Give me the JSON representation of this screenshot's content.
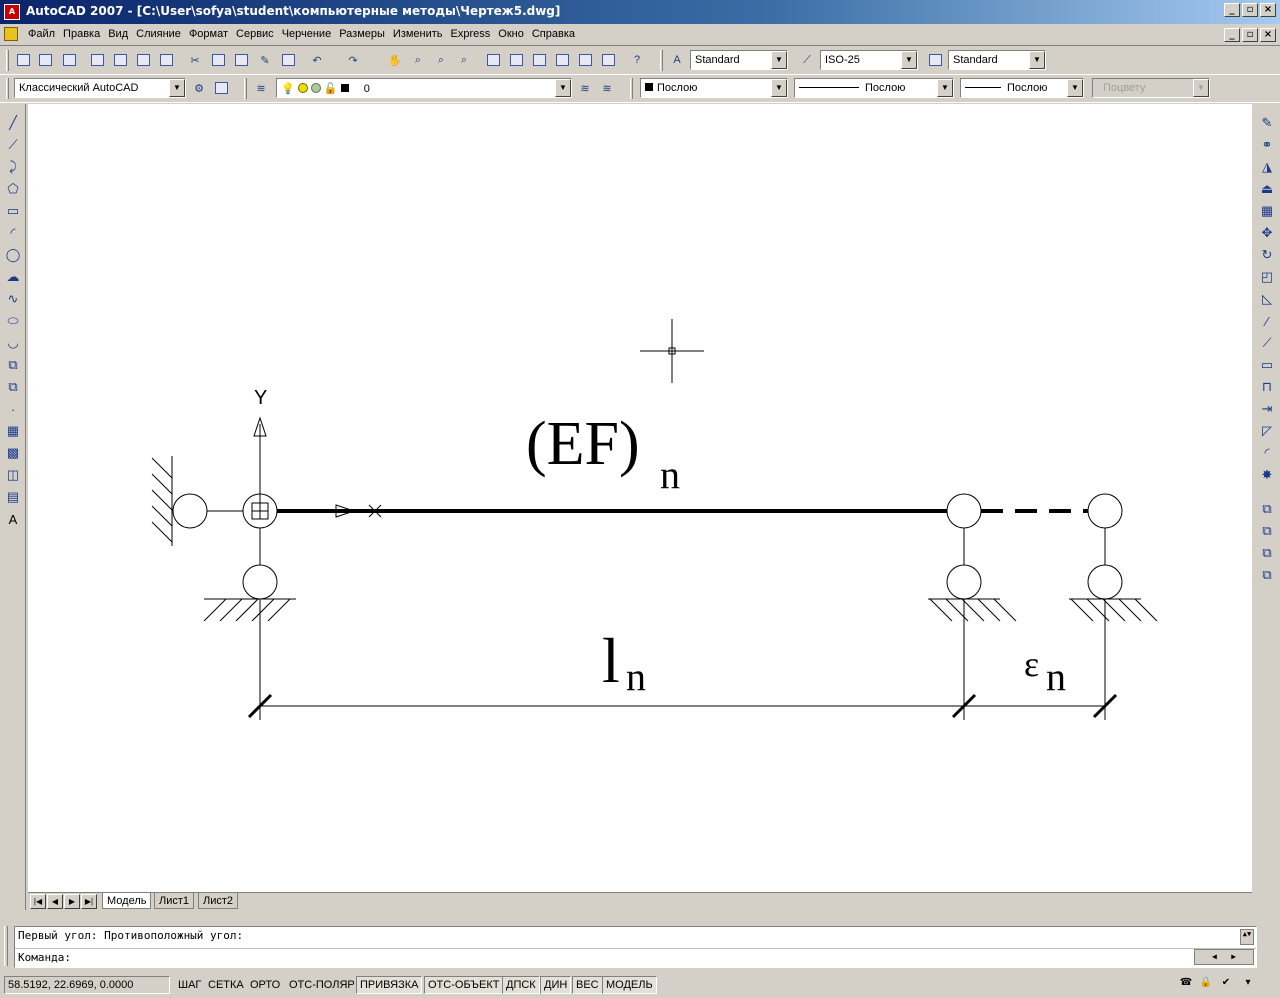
{
  "window": {
    "title": "AutoCAD 2007 - [C:\\User\\sofya\\student\\компьютерные методы\\Чертеж5.dwg]",
    "min": "_",
    "max": "▫",
    "close": "×"
  },
  "menu": [
    "Файл",
    "Правка",
    "Вид",
    "Слияние",
    "Формат",
    "Сервис",
    "Черчение",
    "Размеры",
    "Изменить",
    "Express",
    "Окно",
    "Справка"
  ],
  "toolbar1": {
    "text_style": "Standard",
    "dim_style": "ISO-25",
    "table_style": "Standard"
  },
  "toolbar2": {
    "workspace": "Классический AutoCAD",
    "layer": "0",
    "color": "Послою",
    "linetype": "Послою",
    "lineweight": "Послою",
    "plotstyle": "Поцвету"
  },
  "drawing": {
    "axis_label": "Y",
    "beam_label": "(EF)",
    "beam_subscript": "n",
    "length_label": "l",
    "length_subscript": "n",
    "eps_label": "ε",
    "eps_subscript": "n"
  },
  "tabs": [
    "Модель",
    "Лист1",
    "Лист2"
  ],
  "command": {
    "history": "Первый угол: Противоположный угол:",
    "prompt": "Команда:"
  },
  "status": {
    "coords": "58.5192, 22.6969, 0.0000",
    "buttons": [
      {
        "label": "ШАГ",
        "on": false
      },
      {
        "label": "СЕТКА",
        "on": false
      },
      {
        "label": "ОРТО",
        "on": false
      },
      {
        "label": "ОТС-ПОЛЯР",
        "on": false
      },
      {
        "label": "ПРИВЯЗКА",
        "on": true
      },
      {
        "label": "ОТС-ОБЪЕКТ",
        "on": true
      },
      {
        "label": "ДПСК",
        "on": true
      },
      {
        "label": "ДИН",
        "on": true
      },
      {
        "label": "ВЕС",
        "on": true
      },
      {
        "label": "МОДЕЛЬ",
        "on": true
      }
    ]
  }
}
